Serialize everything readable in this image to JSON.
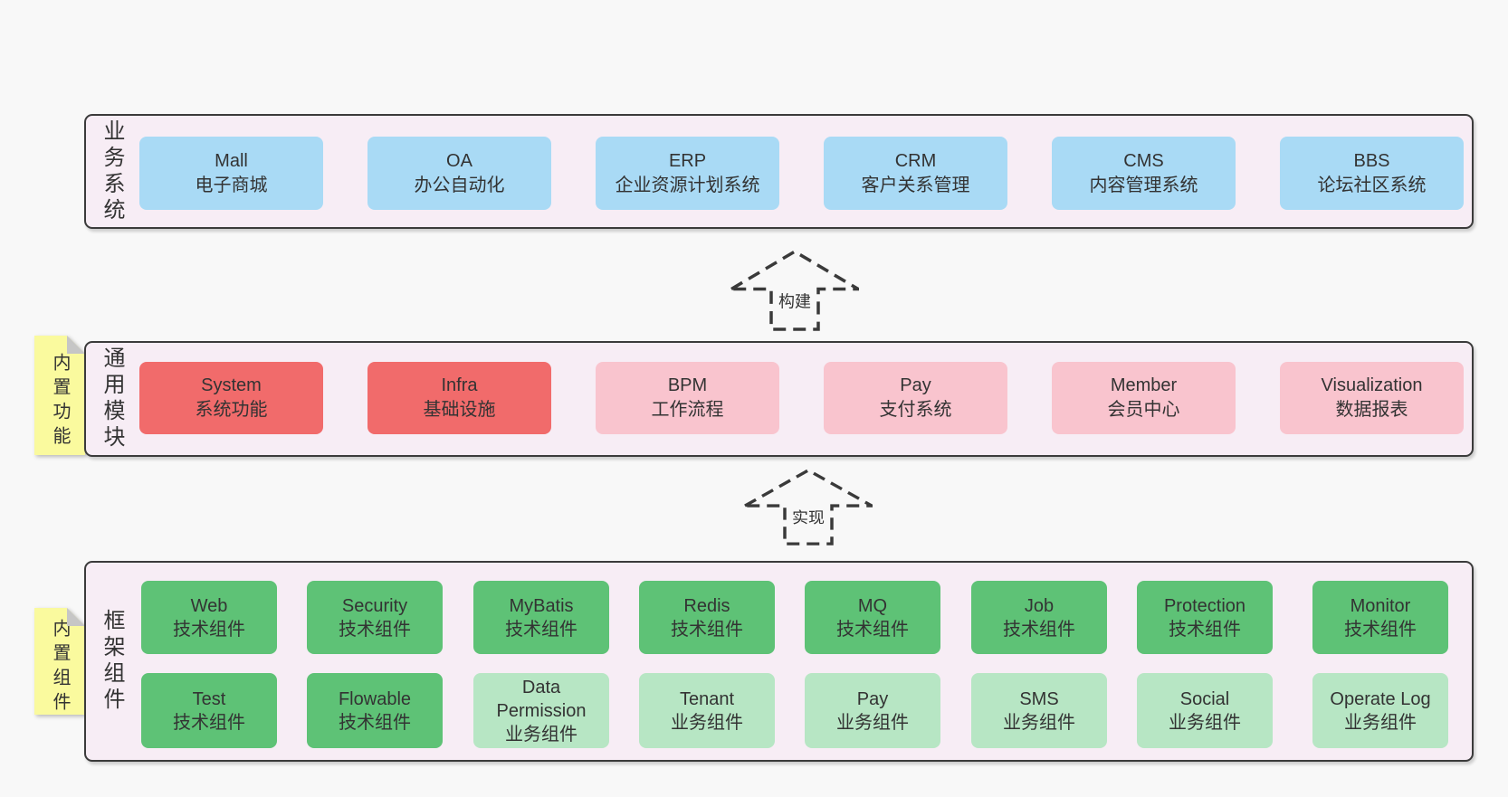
{
  "colors": {
    "page_bg": "#f8f8f8",
    "band_bg": "#f7edf5",
    "band_border": "#3b3b3b",
    "business_box": "#a9daf5",
    "core_module_box": "#f16b6b",
    "optional_module_box": "#f9c4ce",
    "tech_component_box": "#5ec276",
    "biz_component_box": "#b7e6c4",
    "sticky_note": "#fafa9e",
    "sticky_fold": "#c6c6c6",
    "text": "#333333"
  },
  "bands": [
    {
      "label": "业务系统",
      "boxes": [
        {
          "name": "Mall",
          "desc": "电子商城"
        },
        {
          "name": "OA",
          "desc": "办公自动化"
        },
        {
          "name": "ERP",
          "desc": "企业资源计划系统"
        },
        {
          "name": "CRM",
          "desc": "客户关系管理"
        },
        {
          "name": "CMS",
          "desc": "内容管理系统"
        },
        {
          "name": "BBS",
          "desc": "论坛社区系统"
        }
      ]
    },
    {
      "label": "通用模块",
      "sticky": "内置功能",
      "boxes": [
        {
          "name": "System",
          "desc": "系统功能"
        },
        {
          "name": "Infra",
          "desc": "基础设施"
        },
        {
          "name": "BPM",
          "desc": "工作流程"
        },
        {
          "name": "Pay",
          "desc": "支付系统"
        },
        {
          "name": "Member",
          "desc": "会员中心"
        },
        {
          "name": "Visualization",
          "desc": "数据报表"
        }
      ]
    },
    {
      "label": "框架组件",
      "sticky": "内置组件",
      "rows": [
        [
          {
            "name": "Web",
            "desc": "技术组件"
          },
          {
            "name": "Security",
            "desc": "技术组件"
          },
          {
            "name": "MyBatis",
            "desc": "技术组件"
          },
          {
            "name": "Redis",
            "desc": "技术组件"
          },
          {
            "name": "MQ",
            "desc": "技术组件"
          },
          {
            "name": "Job",
            "desc": "技术组件"
          },
          {
            "name": "Protection",
            "desc": "技术组件"
          },
          {
            "name": "Monitor",
            "desc": "技术组件"
          }
        ],
        [
          {
            "name": "Test",
            "desc": "技术组件"
          },
          {
            "name": "Flowable",
            "desc": "技术组件"
          },
          {
            "name": "Data Permission",
            "desc": "业务组件"
          },
          {
            "name": "Tenant",
            "desc": "业务组件"
          },
          {
            "name": "Pay",
            "desc": "业务组件"
          },
          {
            "name": "SMS",
            "desc": "业务组件"
          },
          {
            "name": "Social",
            "desc": "业务组件"
          },
          {
            "name": "Operate Log",
            "desc": "业务组件"
          }
        ]
      ]
    }
  ],
  "arrows": [
    {
      "label": "构建"
    },
    {
      "label": "实现"
    }
  ]
}
